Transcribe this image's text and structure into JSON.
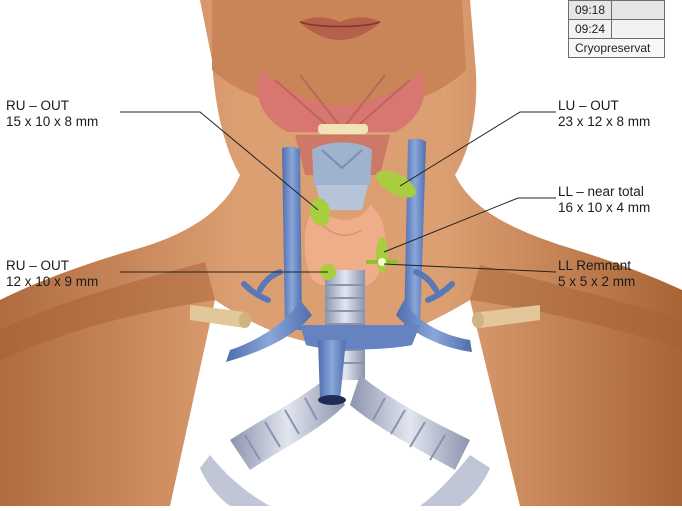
{
  "corner_table": {
    "rows": [
      {
        "time": "09:18",
        "value": ""
      },
      {
        "time": "09:24",
        "value": ""
      }
    ],
    "footer": "Cryopreservat"
  },
  "labels": {
    "ru_upper": {
      "title": "RU – OUT",
      "size": "15 x 10 x 8 mm"
    },
    "ru_lower": {
      "title": "RU – OUT",
      "size": "12 x 10 x 9 mm"
    },
    "lu": {
      "title": "LU – OUT",
      "size": "23 x 12 x 8 mm"
    },
    "ll": {
      "title": "LL – near total",
      "size": "16 x 10 x 4 mm"
    },
    "ll_remnant": {
      "title": "LL Remnant",
      "size": "5 x 5 x 2 mm"
    }
  },
  "colors": {
    "skin": "#d99a6c",
    "skin_shadow": "#b56f43",
    "muscle": "#d97b78",
    "vein": "#6d8fc9",
    "vein_dark": "#4a6aa8",
    "trachea": "#c8cfdd",
    "thyroid": "#f0b89a",
    "parathyroid": "#a8cc3c",
    "leader": "#222222"
  }
}
